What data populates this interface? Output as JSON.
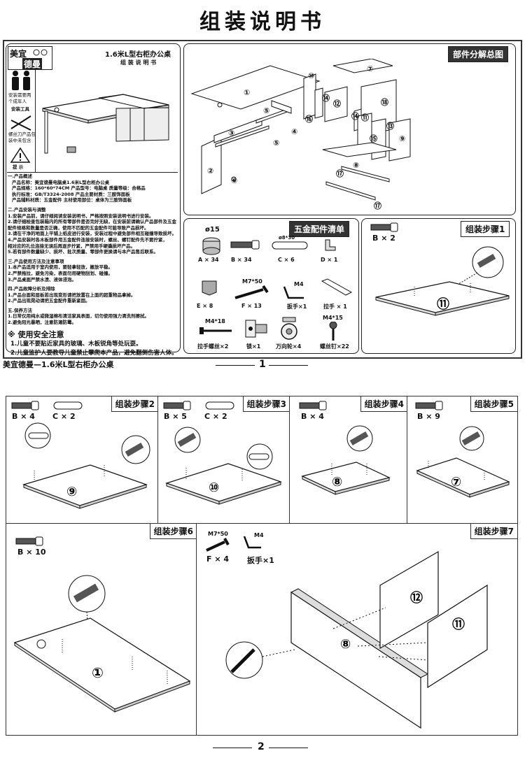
{
  "page_title": "组装说明书",
  "manual": {
    "brand_cn_1": "美宜",
    "brand_cn_2": "德曼",
    "product_title": "1.6米L型右柜办公桌",
    "subtitle": "组 装 说 明 书",
    "icon_people_label": "安装需要两个成年人",
    "icon_tools_title": "安装工具",
    "icon_tools_label": "螺丝刀产品包装中未包含",
    "icon_warning_label": "提 示",
    "sec1_title": "一.产品概述",
    "sec1_lines": [
      "产品名称：美宜德曼电脑桌1.6米L型右柜办公桌",
      "产品规格：160*60*74CM     产品型号：电脑桌     质量等级：合格品",
      "执行标准：GB/T3324-2008        产品主要材质：三胺饰面板",
      "产品辅料材质：五金配件          主材使用部位：桌体为三胺饰面板"
    ],
    "sec2_title": "二.产品安装与调整",
    "sec2_lines": [
      "1.安装产品前，请仔细阅读安装说明书，严格按照安装说明书进行安装。",
      "2.请仔细检查包装箱内的所有零部件是否完好无缺，在安装前请确认产品部件及五金",
      "   配件规格和数量是否正确，使用不匹配的五金配件可能导致产品损坏。",
      "3.请在干净的地面上平铺上纸皮进行安装，安装过程中避免部件相互碰撞导致损坏。",
      "4.产品安装时各木板部件用五金配件连接安装时，螺丝、螺钉配件先不要拧紧，",
      "   相对应的孔位连接无误后再逐步拧紧，严禁用手硬撬损坏产品。",
      "5.若有部件数量缺少、损坏、批次质量、零部件更换请与本产品售后联系。"
    ],
    "sec3_title": "三.产品使用方法及注意事项",
    "sec3_lines": [
      "1.本产品适用于室内使用，要轻拿轻放，搬放平稳。",
      "2.严禁拖拉，避免污染，表面勿用硬物刮划、碰撞。",
      "3.产品桌面严禁水渍、液体浸泡。"
    ],
    "sec4_title": "四.产品故障分析及排除",
    "sec4_lines": [
      "1.产品台面和层板若出现变形请把放置在上面的超重物品拿掉。",
      "2.产品出现晃动请把五金配件重新紧固。"
    ],
    "sec5_title": "五.保养方法",
    "sec5_lines": [
      "1.日常仅用纯水或微湿棉布清洁家具表面，切勿使用强力清洗剂擦拭。",
      "2.避免阳光暴晒，注意防潮防霉。"
    ],
    "safety_title": "※  使用安全注意",
    "safety_lines": [
      "1.儿童不要贴近家具的玻璃、木板锐角等处玩耍。",
      "2.儿童监护人要教导儿童禁止攀爬本产品，避免翻倒伤害人体。"
    ]
  },
  "exploded": {
    "title": "部件分解总图",
    "parts": [
      "①",
      "②",
      "③",
      "④",
      "⑤",
      "⑤",
      "⑥",
      "⑦",
      "⑧",
      "⑨",
      "⑩",
      "⑪",
      "⑫",
      "⑬",
      "⑭",
      "⑭",
      "⑮",
      "⑯",
      "⑰",
      "⑰",
      "⑱"
    ]
  },
  "hardware": {
    "title": "五金配件清单",
    "a_dim": "ø15",
    "c_dim": "ø8*30",
    "f_dim": "M7*50",
    "m4": "M4",
    "m4x18": "M4*18",
    "m4x15": "M4*15",
    "items": [
      {
        "label": "A × 34"
      },
      {
        "label": "B × 34"
      },
      {
        "label": "C × 6"
      },
      {
        "label": "D × 1"
      },
      {
        "label": "E × 8"
      },
      {
        "label": "F × 13"
      },
      {
        "label": "扳手×1"
      },
      {
        "label": "拉手 × 1"
      },
      {
        "label": "拉手螺丝×2"
      },
      {
        "label": "锁×1"
      },
      {
        "label": "万向轮×4"
      },
      {
        "label": "螺丝钉×22"
      }
    ]
  },
  "steps": [
    {
      "title": "组装步骤1",
      "qty1": "B × 2",
      "qty2": "",
      "part": "⑪"
    },
    {
      "title": "组装步骤2",
      "qty1": "B × 4",
      "qty2": "C × 2",
      "part": "⑨"
    },
    {
      "title": "组装步骤3",
      "qty1": "B × 5",
      "qty2": "C × 2",
      "part": "⑩"
    },
    {
      "title": "组装步骤4",
      "qty1": "B × 4",
      "qty2": "",
      "part": "⑧"
    },
    {
      "title": "组装步骤5",
      "qty1": "B × 9",
      "qty2": "",
      "part": "⑦"
    },
    {
      "title": "组装步骤6",
      "qty1": "B × 10",
      "qty2": "",
      "part": "①"
    },
    {
      "title": "组装步骤7",
      "qty1": "F × 4",
      "qty2": "扳手×1",
      "f_dim": "M7*50",
      "m4": "M4",
      "parts": [
        "⑫",
        "⑪",
        "⑧"
      ]
    }
  ],
  "footer": {
    "left": "美宜德曼—1.6米L型右柜办公桌",
    "page1": "1",
    "page2": "2"
  }
}
